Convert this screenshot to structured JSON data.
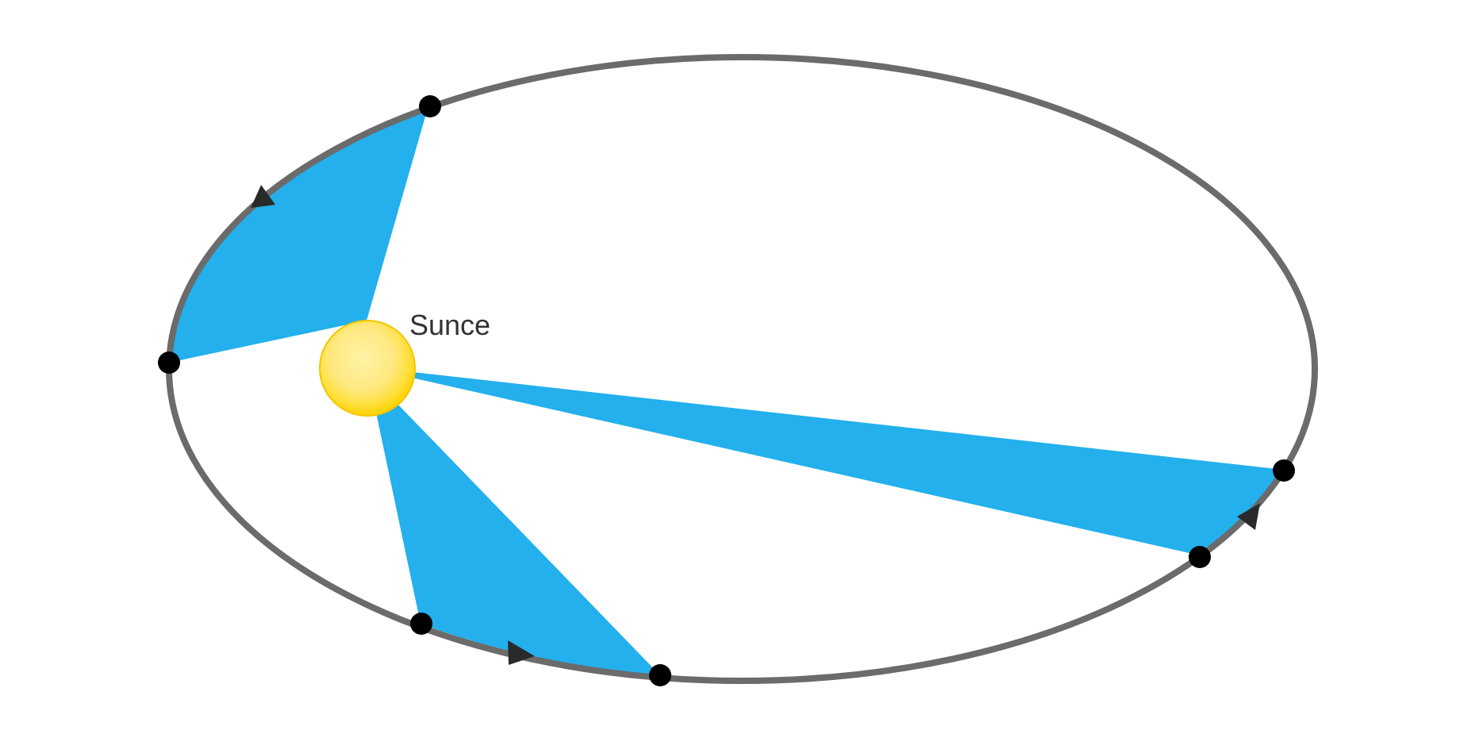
{
  "diagram": {
    "title": "",
    "sun_label": "Sunce",
    "colors": {
      "background": "#ffffff",
      "orbit": "#6b6b6b",
      "sector_fill": "#23b0ec",
      "planet_point": "#000000",
      "direction_arrow": "#2a2a2a",
      "sun_core": "#fff199",
      "sun_edge": "#ffd500"
    },
    "elements": {
      "orbit": "elliptical-orbit",
      "sun": "sun-icon",
      "sectors": [
        "sector-upper-left",
        "sector-lower-left",
        "sector-right"
      ],
      "points": [
        "planet-point"
      ],
      "arrows": [
        "direction-arrow-icon"
      ]
    }
  }
}
